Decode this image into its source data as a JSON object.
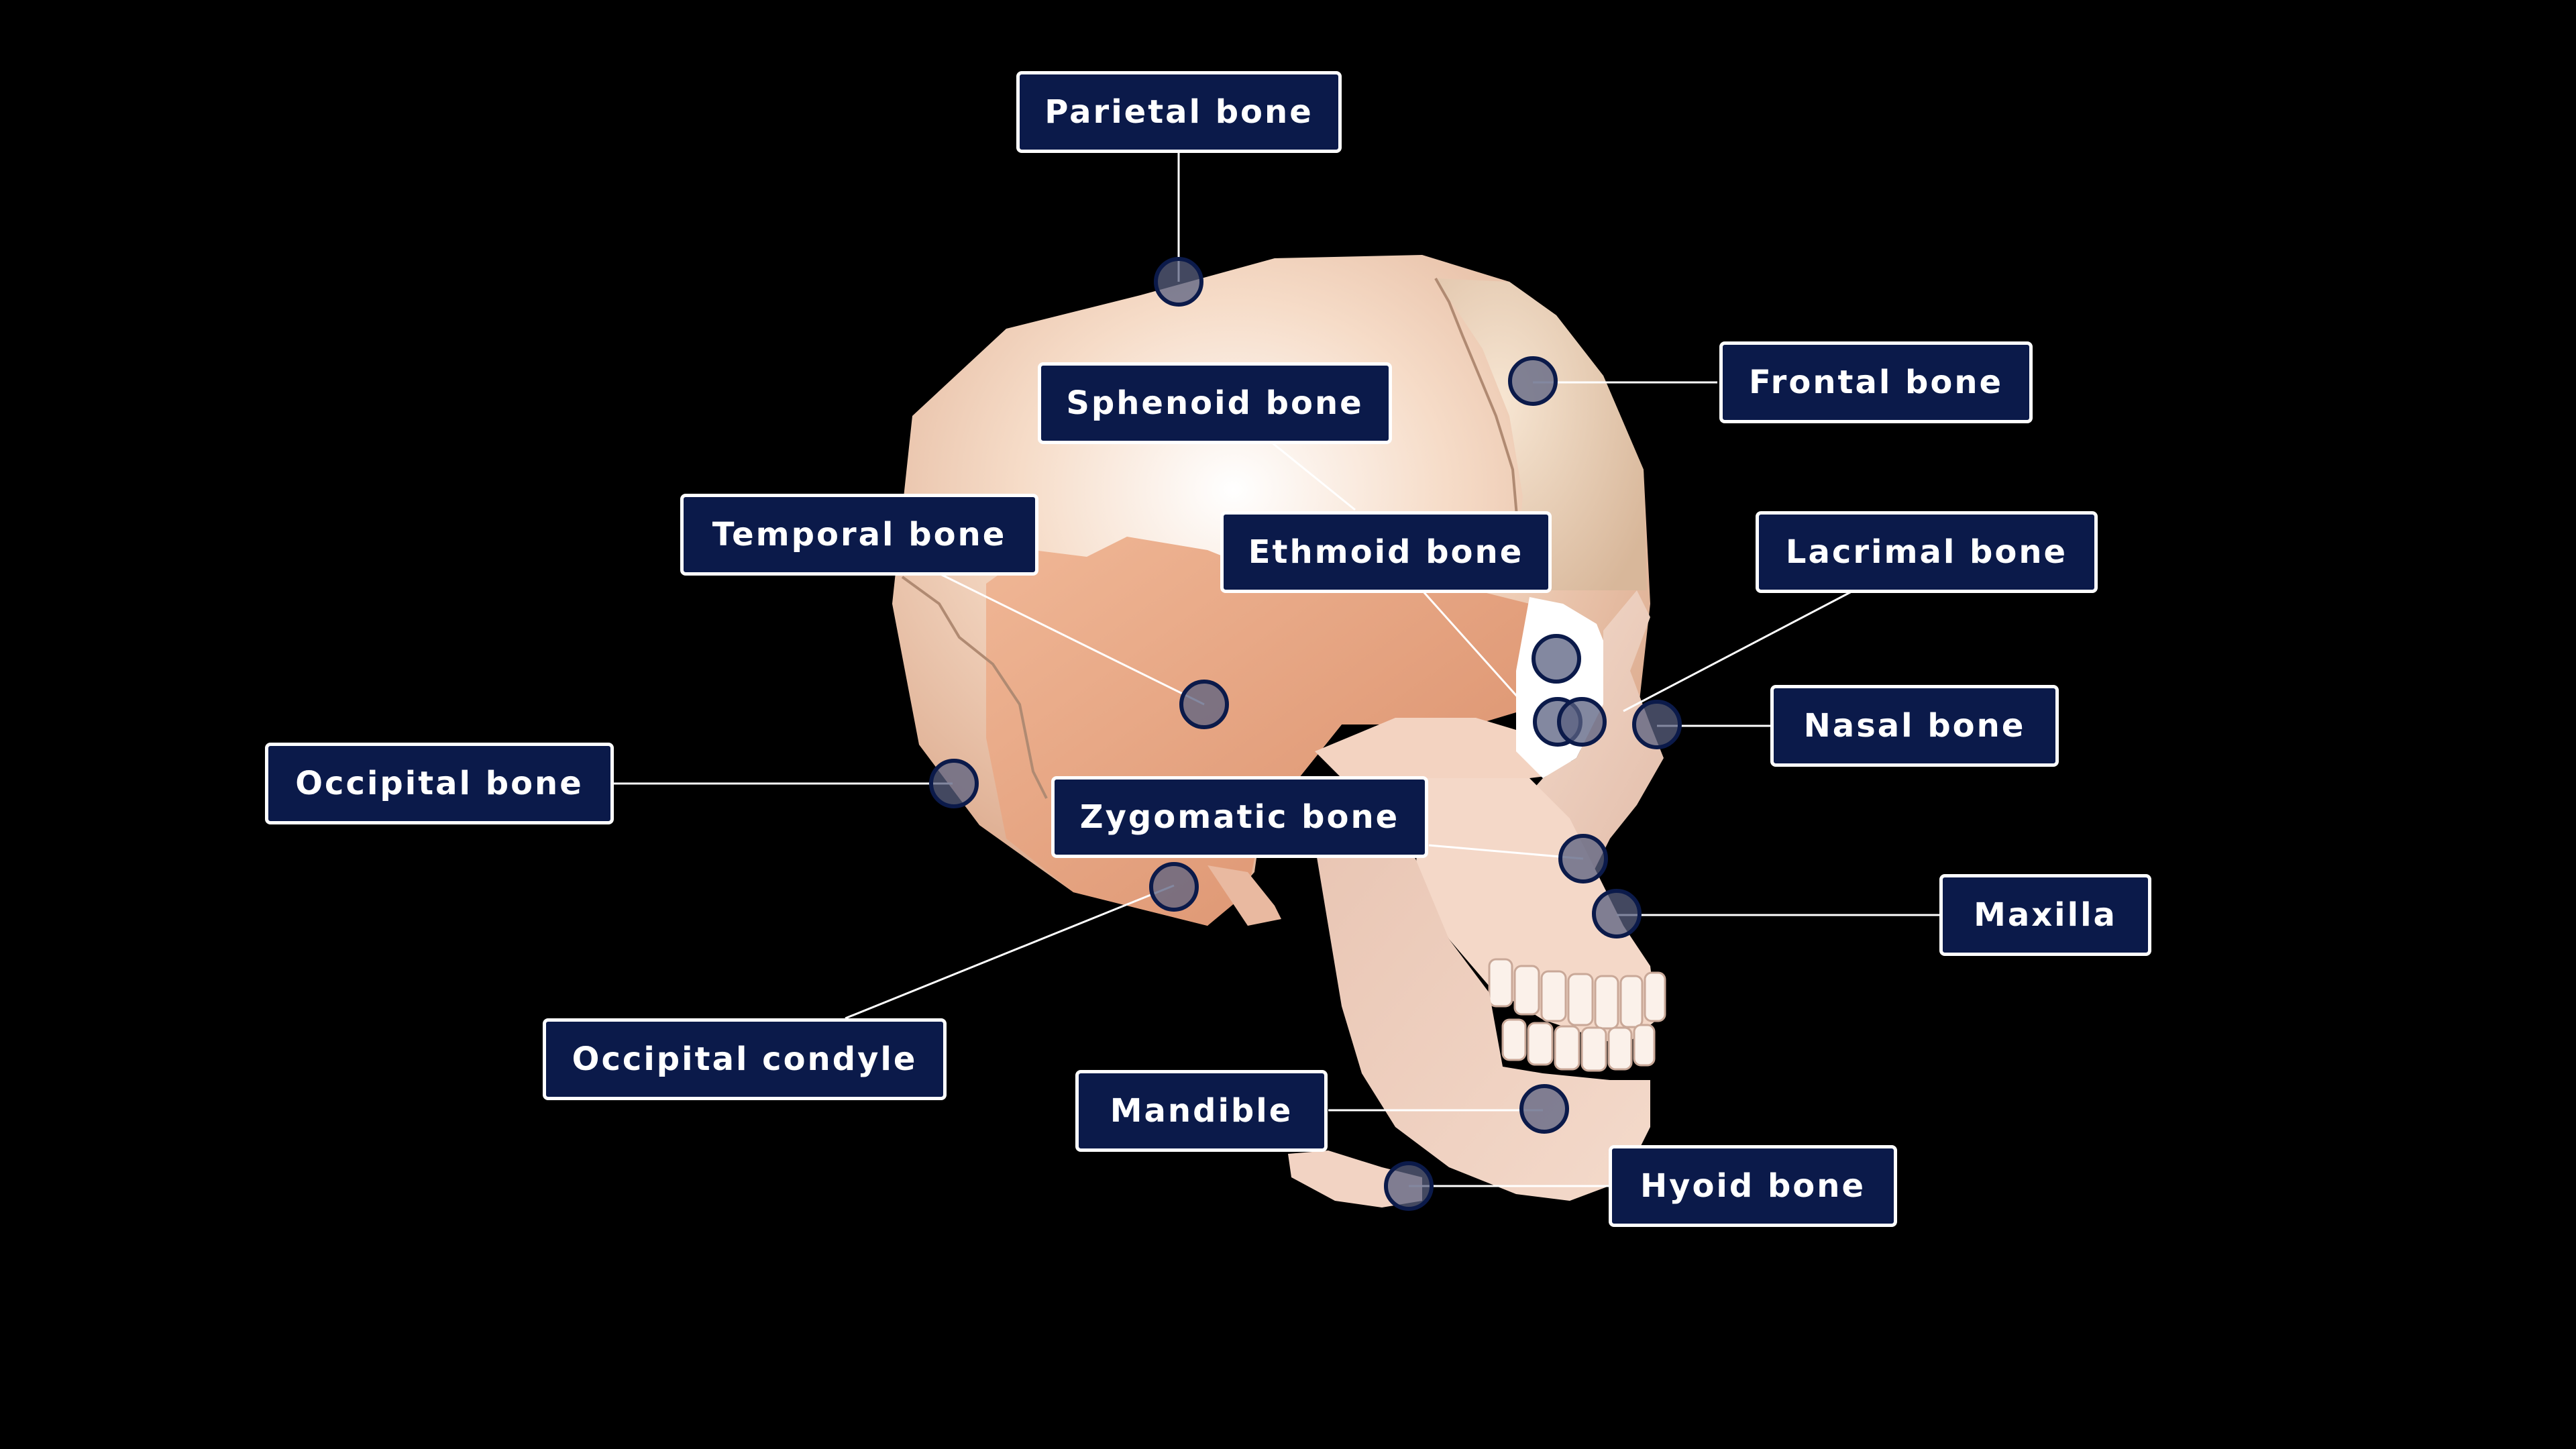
{
  "diagram": {
    "labels": {
      "parietal": "Parietal bone",
      "frontal": "Frontal bone",
      "sphenoid": "Sphenoid bone",
      "temporal": "Temporal bone",
      "ethmoid": "Ethmoid bone",
      "lacrimal": "Lacrimal bone",
      "nasal": "Nasal bone",
      "occipital": "Occipital bone",
      "zygomatic": "Zygomatic bone",
      "maxilla": "Maxilla",
      "occipital_condyle": "Occipital condyle",
      "mandible": "Mandible",
      "hyoid": "Hyoid bone"
    },
    "colors": {
      "background": "#000000",
      "label_fill": "#0b1a4a",
      "label_border": "#ffffff",
      "marker_fill": "#5a6080",
      "marker_stroke": "#0b1a4a",
      "leader_line": "#ffffff",
      "skull_cranium": "#f2cfb6",
      "skull_frontal": "#ecd7c0",
      "skull_temporal": "#e8a886",
      "ethmoid": "#ffffff",
      "face": "#f2d2c0"
    }
  }
}
